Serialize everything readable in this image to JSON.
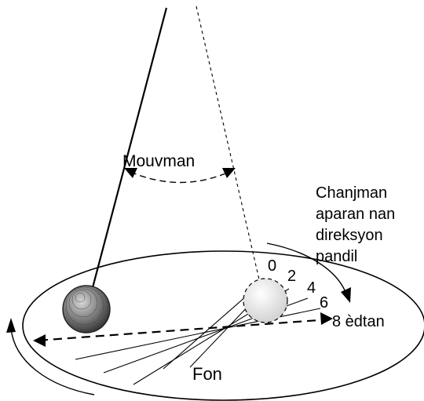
{
  "labels": {
    "motion": "Mouvman",
    "caption_line1": "Chanjman",
    "caption_line2": "aparan nan",
    "caption_line3": "direksyon",
    "caption_line4": "pandil",
    "floor": "Fon",
    "time_0": "0",
    "time_2": "2",
    "time_4": "4",
    "time_6": "6",
    "time_8": "8 èdtan"
  },
  "colors": {
    "ink": "#000000",
    "bob_dark": "#555555",
    "bob_light": "#e6e6e6"
  }
}
